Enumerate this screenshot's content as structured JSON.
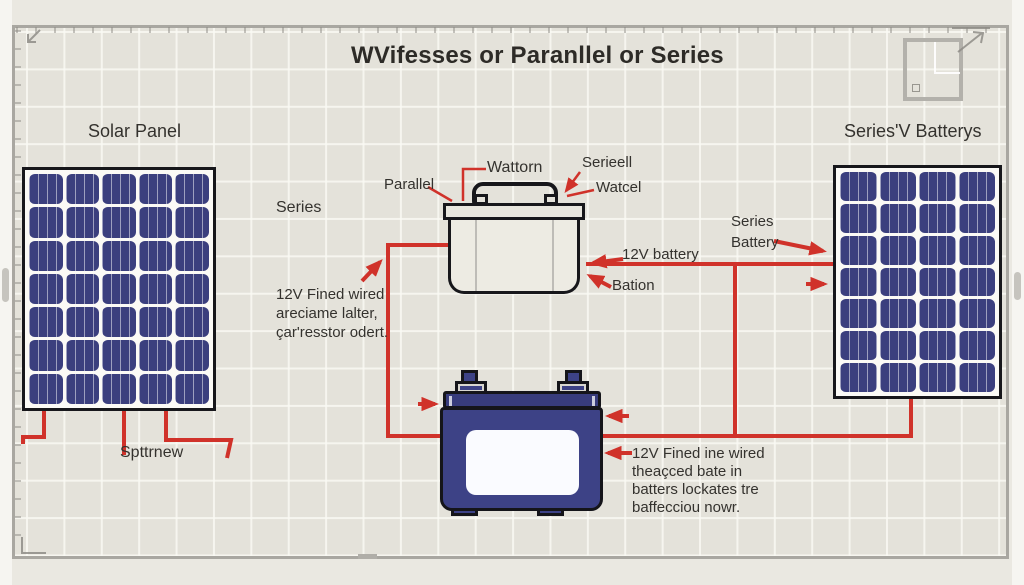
{
  "title": "WVifesses or Paranllel or Series",
  "left_panel": {
    "label": "Solar Panel",
    "wiring_label": "Series",
    "bottom_label": "Spttrnew",
    "cols": 5,
    "rows": 7
  },
  "right_panel": {
    "label": "Series'V Batterys",
    "pointer_label_line1": "Series",
    "pointer_label_line2": "Battery",
    "cols": 4,
    "rows": 7
  },
  "top_battery": {
    "label_parallel": "Parallel",
    "label_top": "Wattorn",
    "label_top_right": "Serieell",
    "label_right": "Watcel",
    "label_side": "12V battery",
    "label_bottom": "Bation"
  },
  "notes": {
    "left": [
      "12V Fined wired",
      "areciame lalter,",
      "çar'resstor odert."
    ],
    "bottom_right": [
      "12V Fined ine wired",
      "theaçced bate in",
      "batters lockates tre",
      "baffecciou nowr."
    ]
  },
  "colors": {
    "wire": "#d0322a",
    "cell": "#3b3f7e",
    "navy": "#3d4286",
    "bg": "#e4e2da",
    "ink": "#34322e",
    "frame": "#17171b"
  }
}
